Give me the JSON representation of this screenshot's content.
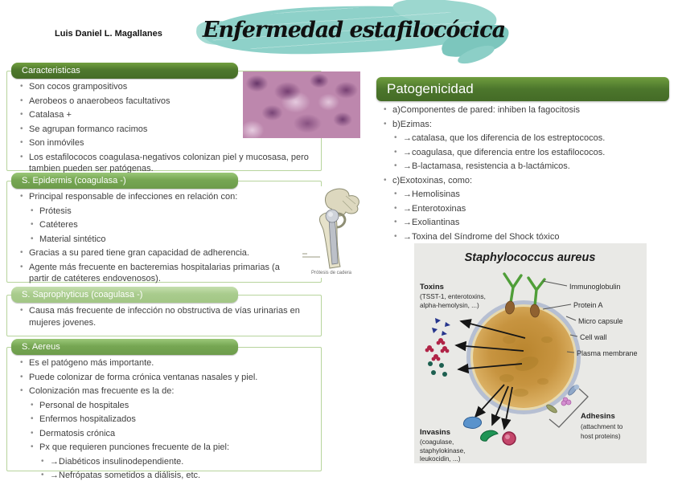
{
  "header": {
    "author": "Luis Daniel L. Magallanes",
    "title": "Enfermedad estafilocócica"
  },
  "colors": {
    "header_dark_green": "#4e782d",
    "header_medium_green": "#76a653",
    "header_light_green": "#a9cc8d",
    "box_border_green": "#b7d49c",
    "brush_teal": "#8ed1c9",
    "cell_tan": "#c79440",
    "cell_halo": "#b6bfd2"
  },
  "caracteristicas": {
    "title": "Caracteristicas",
    "bullets": [
      "Son cocos grampositivos",
      "Aerobeos o anaerobeos facultativos",
      "Catalasa +",
      "Se agrupan formanco racimos",
      "Son inmóviles",
      "Los estafilococos coagulasa-negativos colonizan piel y mucosasa, pero tambien pueden ser patógenas."
    ]
  },
  "epidermis": {
    "title": "S. Epidermis (coagulasa -)",
    "intro": "Principal responsable de infecciones en relación con:",
    "sub_bullets": [
      "Prótesis",
      "Catéteres",
      "Material sintético"
    ],
    "bullets_after": [
      "Gracias a su pared tiene gran capacidad de adherencia.",
      "Agente más frecuente en bacteremias hospitalarias primarias (a partir de catéteres endovenosos)."
    ],
    "image_caption": "Prótesis de cadera"
  },
  "saprophyticus": {
    "title": "S. Saprophyticus (coagulasa -)",
    "bullets": [
      "Causa más frecuente de infección no obstructiva de vías urinarias en mujeres jovenes."
    ]
  },
  "aereus": {
    "title": "S. Aereus",
    "bullets": [
      "Es el patógeno más importante.",
      "Puede colonizar de forma crónica ventanas nasales y piel.",
      "Colonización mas frecuente es la de:"
    ],
    "sub_bullets": [
      "Personal de hospitales",
      "Enfermos hospitalizados",
      "Dermatosis crónica",
      "Px que requieren punciones frecuente de la piel:"
    ],
    "sub_sub_bullets": [
      "→Diabéticos insulinodependiente.",
      "→Nefrópatas sometidos a diálisis, etc."
    ]
  },
  "patogenicidad": {
    "title": "Patogenicidad",
    "item_a": "a)Componentes de pared: inhiben la fagocitosis",
    "item_b": "b)Ezimas:",
    "b_subs": [
      "→catalasa, que los diferencia de los estreptococos.",
      "→coagulasa, que diferencia entre los estafilococos.",
      "→B-lactamasa, resistencia a b-lactámicos."
    ],
    "item_c": "c)Exotoxinas, como:",
    "c_subs": [
      "→Hemolisinas",
      "→Enterotoxinas",
      "→Exoliantinas",
      "→Toxina del Síndrome del Shock tóxico"
    ]
  },
  "diagram": {
    "title": "Staphylococcus aureus",
    "labels_right": [
      "Immunoglobulin",
      "Protein A",
      "Micro capsule",
      "Cell wall",
      "Plasma membrane"
    ],
    "toxins_title": "Toxins",
    "toxins_sub1": "(TSST-1, enterotoxins,",
    "toxins_sub2": "alpha-hemolysin, ...)",
    "invasins_title": "Invasins",
    "invasins_sub1": "(coagulase,",
    "invasins_sub2": "staphylokinase,",
    "invasins_sub3": "leukocidin, ...)",
    "adhesins_title": "Adhesins",
    "adhesins_sub1": "(attachment to",
    "adhesins_sub2": "host proteins)"
  }
}
